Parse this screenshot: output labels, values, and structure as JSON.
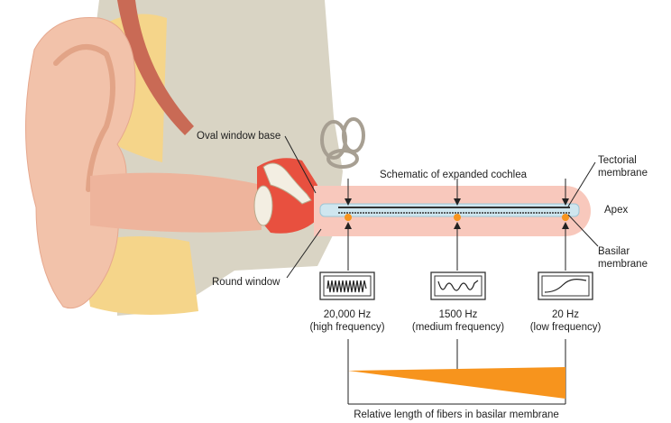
{
  "labels": {
    "oval_window": "Oval window base",
    "round_window": "Round window",
    "schematic_title": "Schematic of expanded cochlea",
    "tectorial_membrane": "Tectorial\nmembrane",
    "apex": "Apex",
    "basilar_membrane": "Basilar\nmembrane",
    "fiber_length": "Relative length of fibers in basilar membrane"
  },
  "frequencies": [
    {
      "value": "20,000 Hz",
      "desc": "(high frequency)",
      "wave": "high-frequency-wave-icon"
    },
    {
      "value": "1500 Hz",
      "desc": "(medium frequency)",
      "wave": "medium-frequency-wave-icon"
    },
    {
      "value": "20 Hz",
      "desc": "(low frequency)",
      "wave": "low-frequency-wave-icon"
    }
  ],
  "colors": {
    "skin": "#f2c2aa",
    "cochlea_tube": "#f8c8bc",
    "membrane": "#cfe6ef",
    "fiber_wedge": "#f7941d",
    "middle_ear": "#e8503f",
    "bone": "#d9d4c4",
    "fat": "#f5d58a"
  }
}
